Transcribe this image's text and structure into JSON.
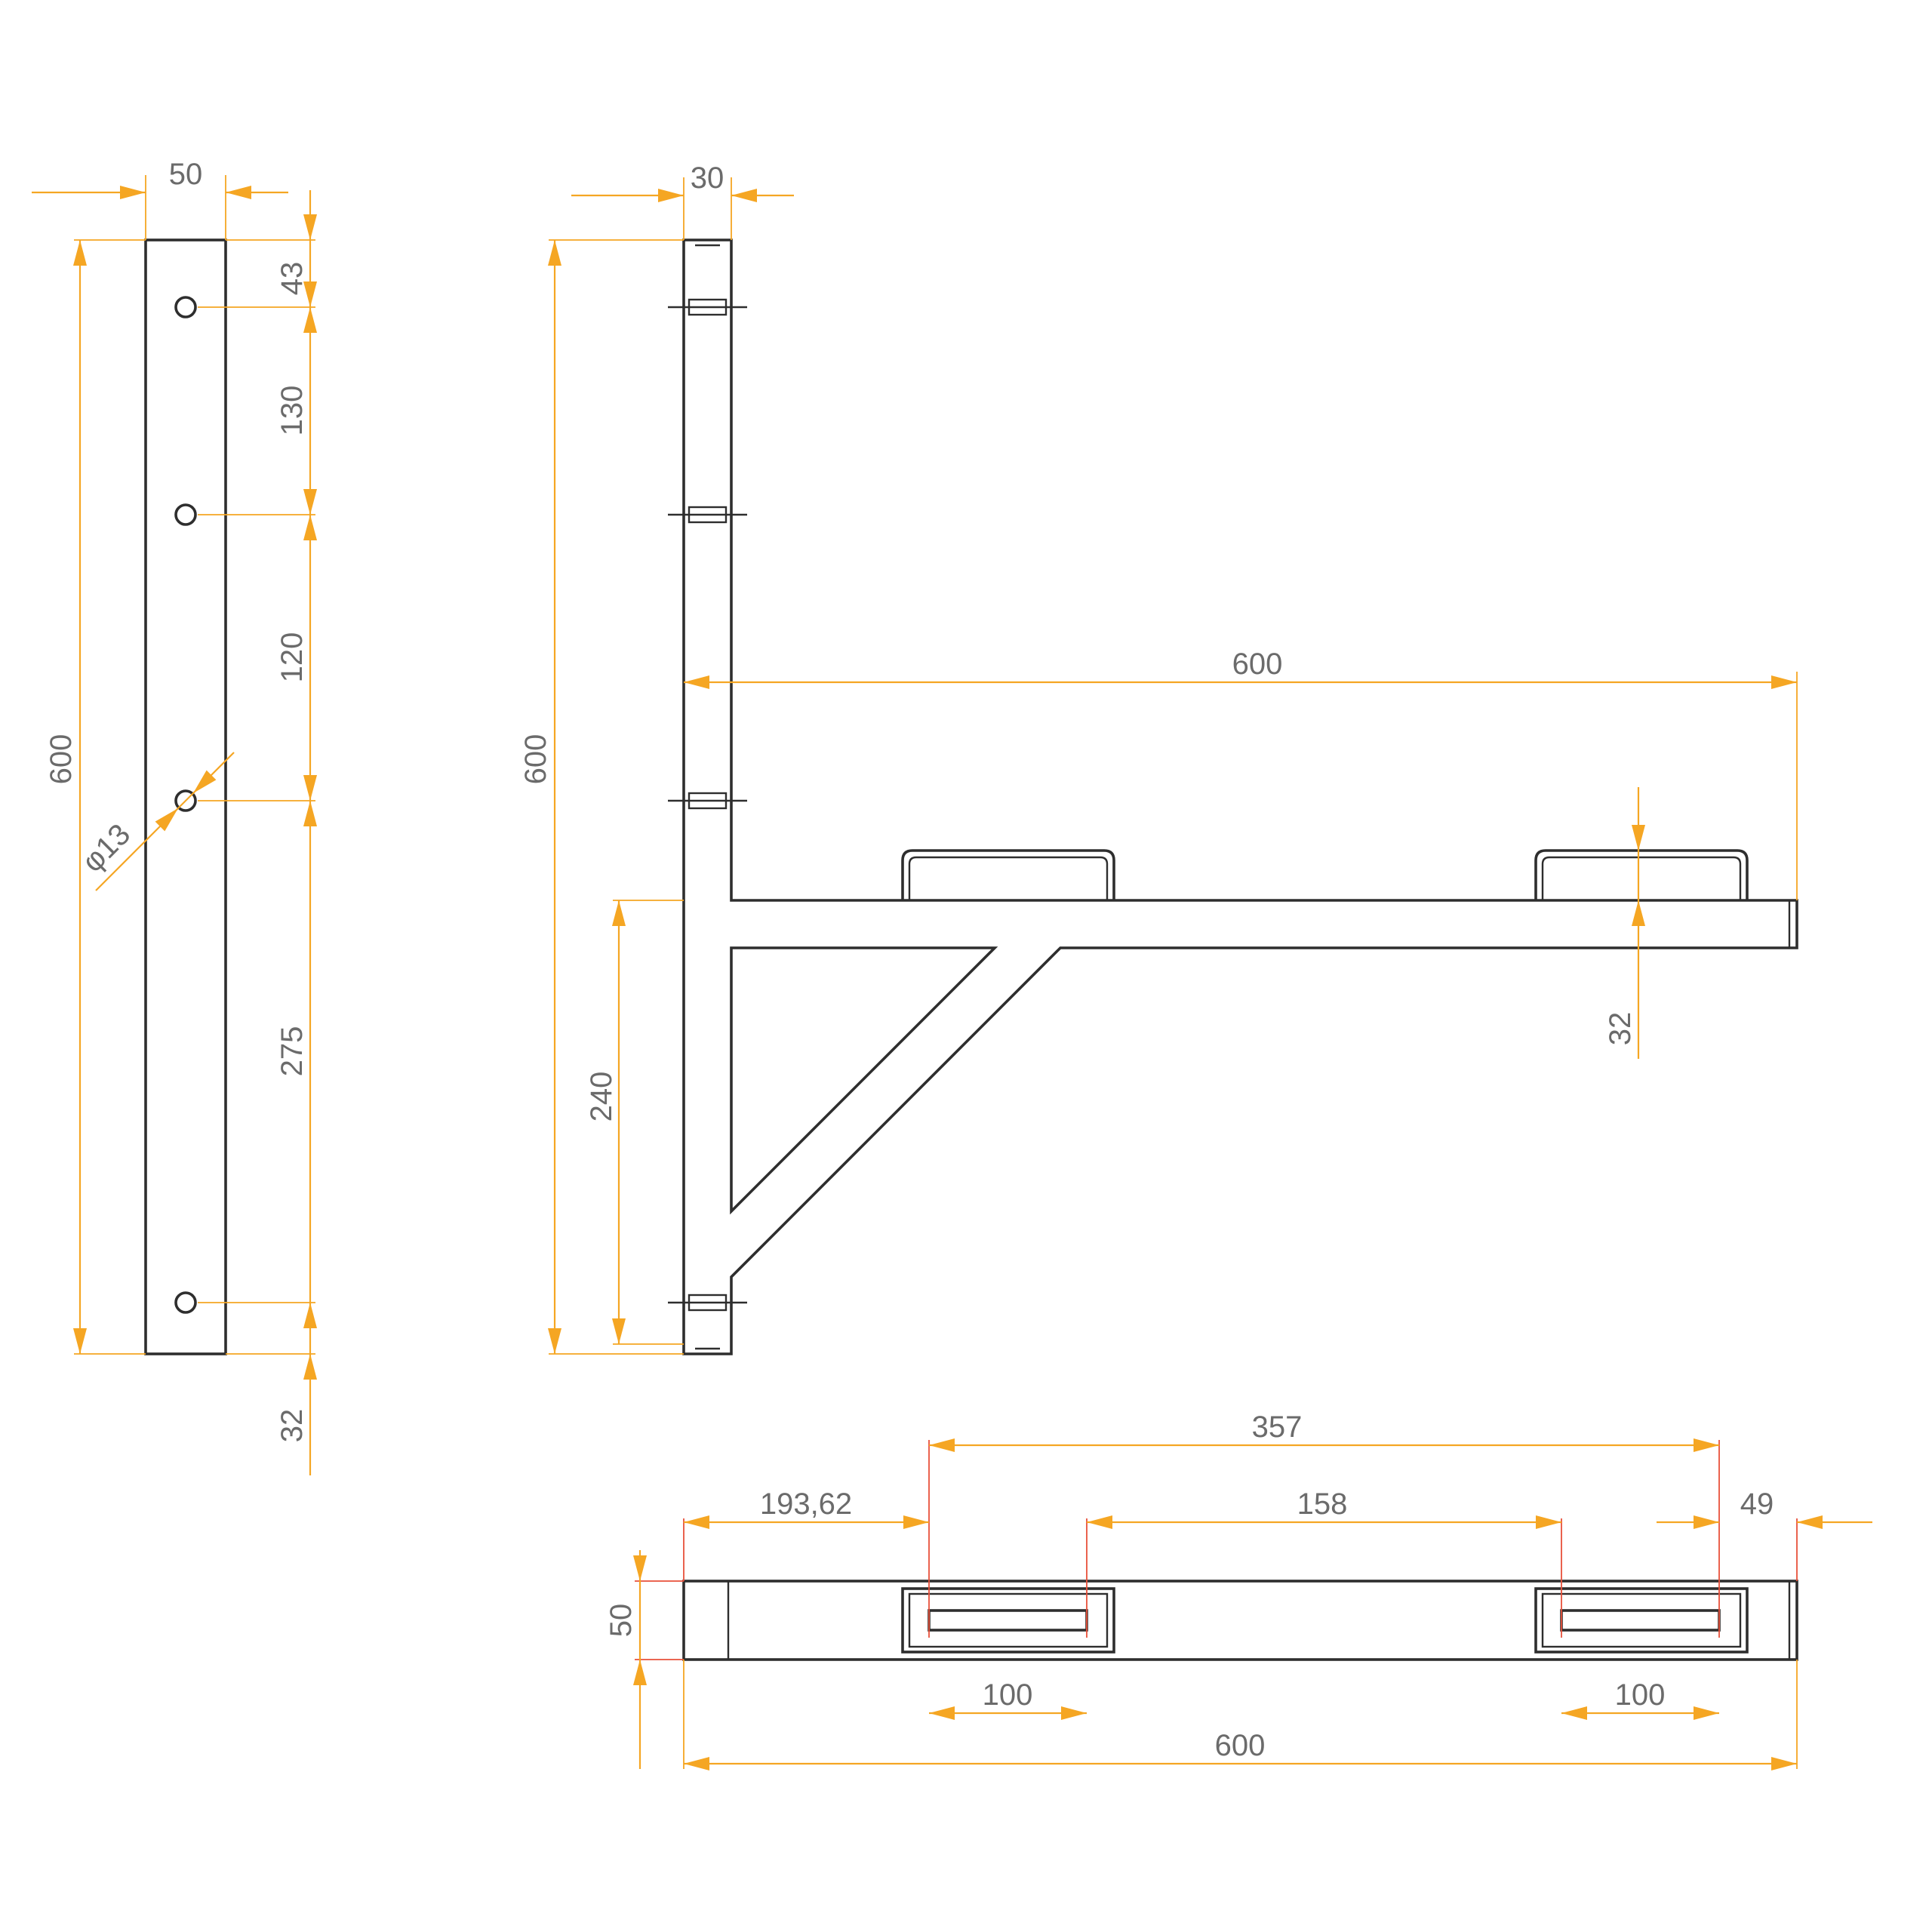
{
  "colors": {
    "outline": "#2e2e2e",
    "dimension": "#f5a623",
    "reference": "#e8503a",
    "label": "#6b6b6b",
    "background": "#ffffff"
  },
  "side_view": {
    "width": "50",
    "height": "600",
    "hole_diameter": "φ13",
    "spacings": [
      "43",
      "130",
      "120",
      "275",
      "32"
    ]
  },
  "front_view": {
    "thickness": "30",
    "height": "600",
    "arm_length": "600",
    "lower_height": "240",
    "arm_thickness": "32"
  },
  "top_view": {
    "offset_left": "193,62",
    "span": "357",
    "gap": "158",
    "offset_right": "49",
    "depth": "50",
    "slot_left": "100",
    "slot_right": "100",
    "total_length": "600"
  }
}
